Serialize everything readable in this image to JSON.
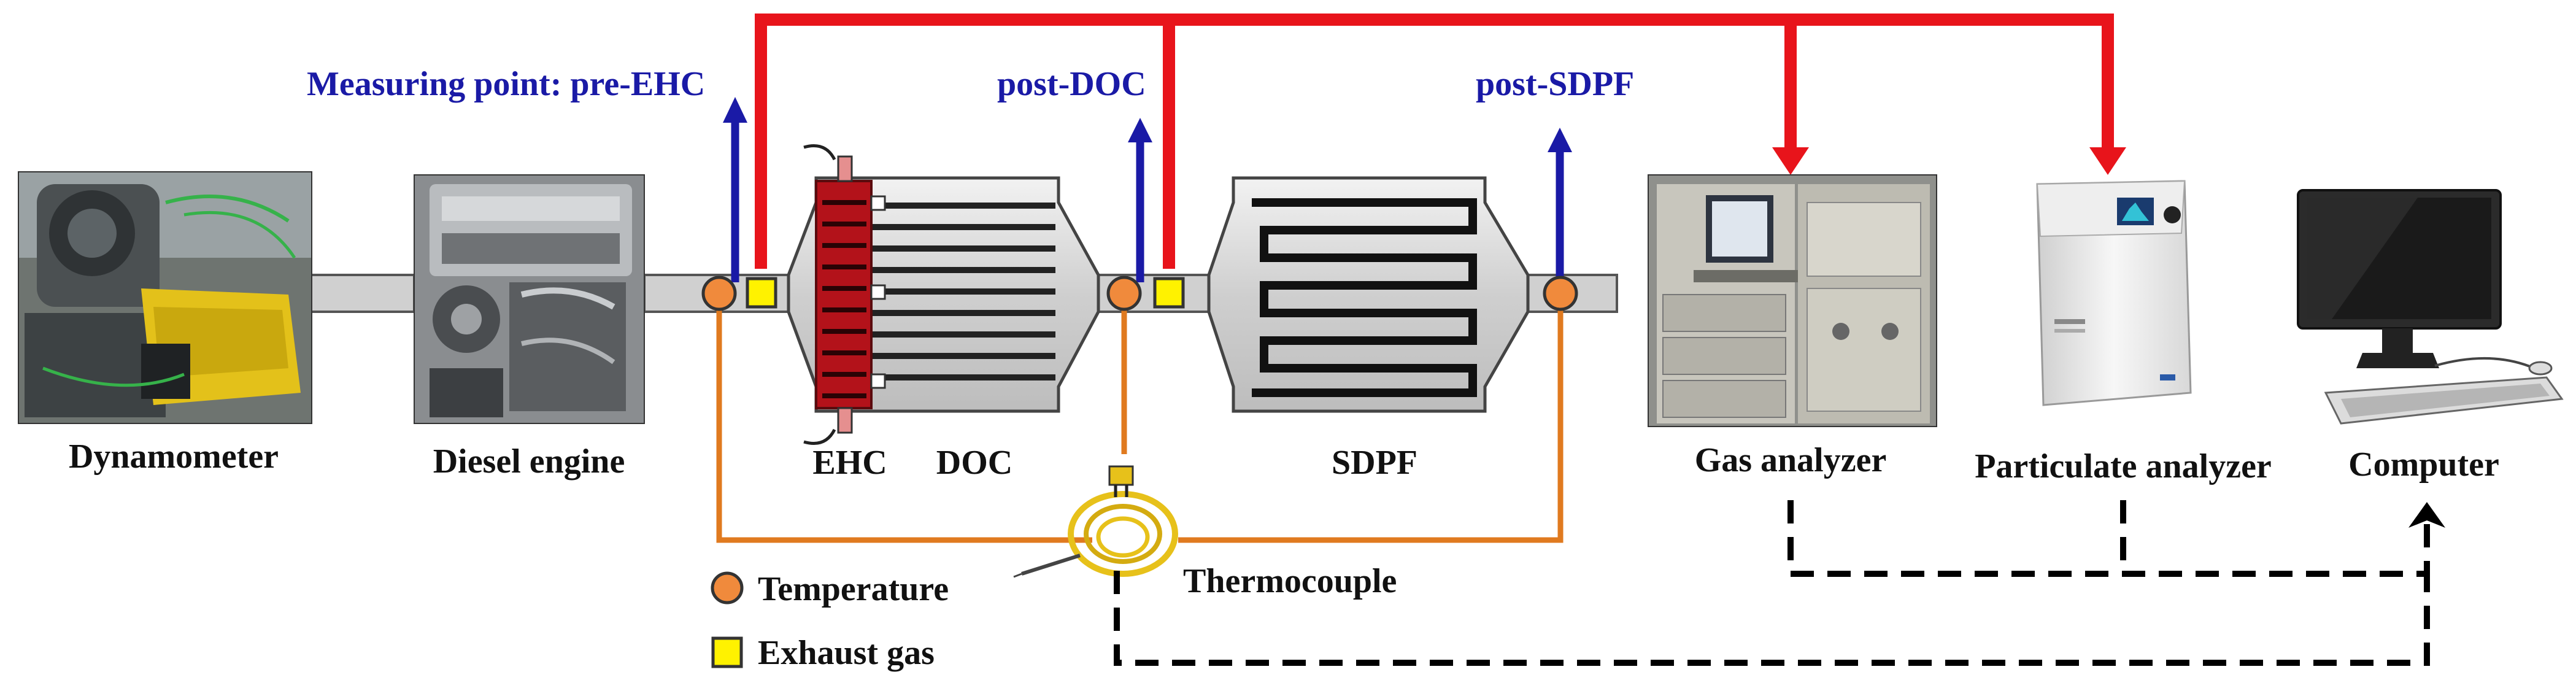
{
  "components": {
    "dynamometer": "Dynamometer",
    "diesel_engine": "Diesel engine",
    "ehc": "EHC",
    "doc": "DOC",
    "sdpf": "SDPF",
    "gas_analyzer": "Gas analyzer",
    "particulate_analyzer": "Particulate analyzer",
    "computer": "Computer",
    "thermocouple": "Thermocouple"
  },
  "measuring_points": {
    "pre_ehc": "Measuring point: pre-EHC",
    "post_doc": "post-DOC",
    "post_sdpf": "post-SDPF"
  },
  "legend": {
    "temperature": "Temperature",
    "exhaust_gas": "Exhaust gas"
  },
  "colors": {
    "sample_line": "#e8141b",
    "measuring_arrow": "#1a1aa6",
    "thermo_line": "#e07a1f",
    "temperature_marker": "#f08a3c",
    "exhaust_marker": "#fff200",
    "ehc_heater": "#b3121a",
    "pipe": "#d0d0d0",
    "data_line": "#000000"
  },
  "icons": [
    "dynamometer-photo-icon",
    "diesel-engine-photo-icon",
    "gas-analyzer-photo-icon",
    "particulate-analyzer-photo-icon",
    "computer-icon",
    "thermocouple-icon"
  ]
}
